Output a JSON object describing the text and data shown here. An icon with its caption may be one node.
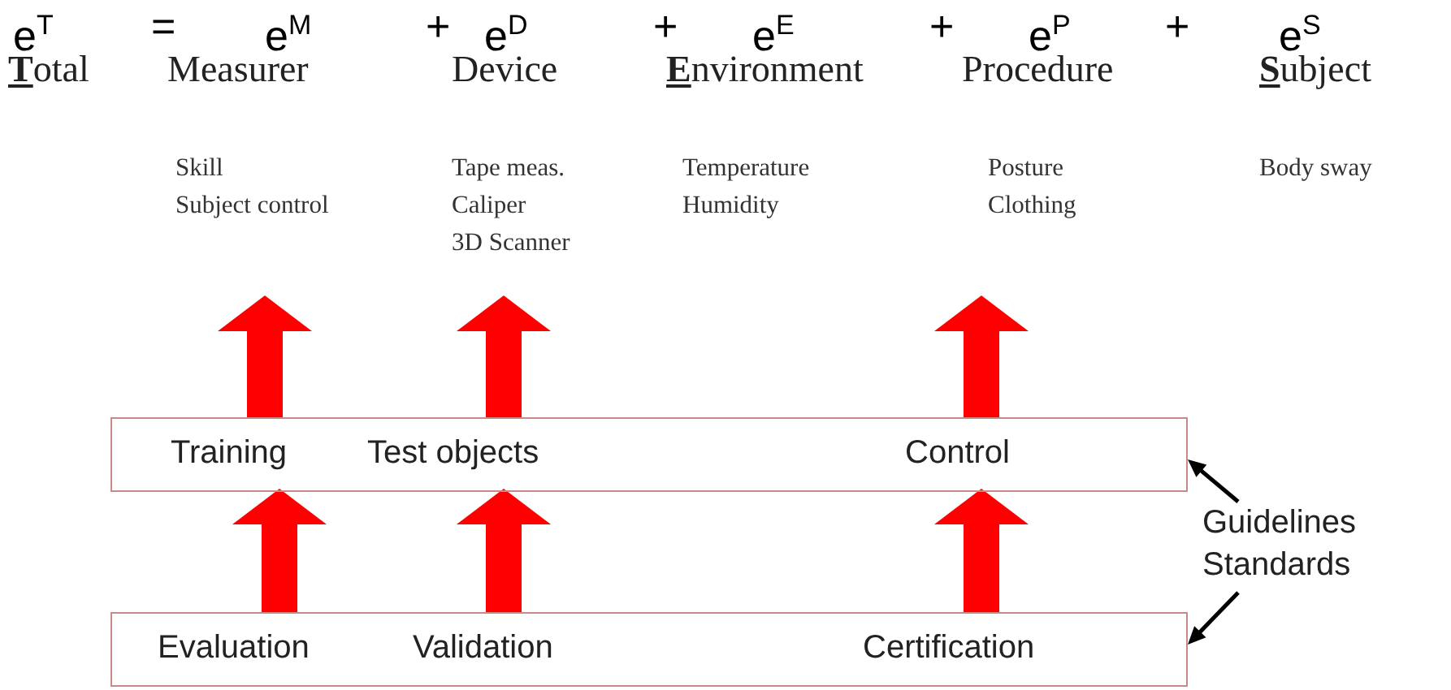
{
  "diagram": {
    "nodes": [
      {
        "text": [
          "Measurer",
          "Skill",
          "Subject control"
        ]
      },
      {
        "text": [
          "Device",
          "Tape meas.",
          "Caliper",
          "3D Scanner"
        ]
      },
      {
        "text": [
          "Procedure",
          "Posture",
          "Clothing"
        ]
      },
      {
        "text": [],
        "shape": "box"
      },
      {
        "text": [
          "Training"
        ],
        "in": 3
      },
      {
        "text": [
          "Test objects"
        ],
        "in": 3
      },
      {
        "text": [
          "Control"
        ],
        "in": 3
      },
      {
        "text": [],
        "shape": "box"
      },
      {
        "text": [
          "Evaluation"
        ],
        "in": 7
      },
      {
        "text": [
          "Validation"
        ],
        "in": 7
      },
      {
        "text": [
          "Certification"
        ],
        "in": 7
      },
      {
        "text": [
          "Guidelines",
          "Standards"
        ]
      }
    ],
    "edges": [
      {
        "from": 4,
        "to": 0,
        "arrow": "to",
        "color": "#ff0000"
      },
      {
        "from": 5,
        "to": 1,
        "arrow": "to",
        "color": "#ff0000"
      },
      {
        "from": 6,
        "to": 2,
        "arrow": "to",
        "color": "#ff0000"
      },
      {
        "from": 8,
        "to": 4,
        "arrow": "to",
        "color": "#ff0000"
      },
      {
        "from": 9,
        "to": 5,
        "arrow": "to",
        "color": "#ff0000"
      },
      {
        "from": 10,
        "to": 6,
        "arrow": "to",
        "color": "#ff0000"
      },
      {
        "from": 11,
        "to": 3,
        "arrow": "to",
        "color": "#000000"
      },
      {
        "from": 11,
        "to": 7,
        "arrow": "to",
        "color": "#000000"
      }
    ],
    "labels": [
      "e$^{T}$",
      "=",
      "e$^{M}$",
      "+",
      "e$^{D}$",
      "+",
      "e$^{E}$",
      "+",
      "e$^{P}$",
      "+",
      "e$^{S}$",
      "Total",
      "Environment",
      "Temperature",
      "Humidity",
      "Subject",
      "Body sway"
    ]
  }
}
